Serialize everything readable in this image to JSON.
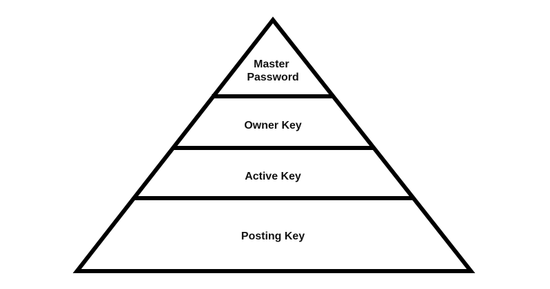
{
  "diagram": {
    "type": "pyramid",
    "stroke_color": "#000000",
    "fill_color": "#ffffff",
    "text_color": "#111111",
    "tiers": [
      {
        "id": "master-password",
        "lines": [
          "Master",
          "Password"
        ]
      },
      {
        "id": "owner-key",
        "lines": [
          "Owner Key"
        ]
      },
      {
        "id": "active-key",
        "lines": [
          "Active Key"
        ]
      },
      {
        "id": "posting-key",
        "lines": [
          "Posting Key"
        ]
      }
    ]
  }
}
